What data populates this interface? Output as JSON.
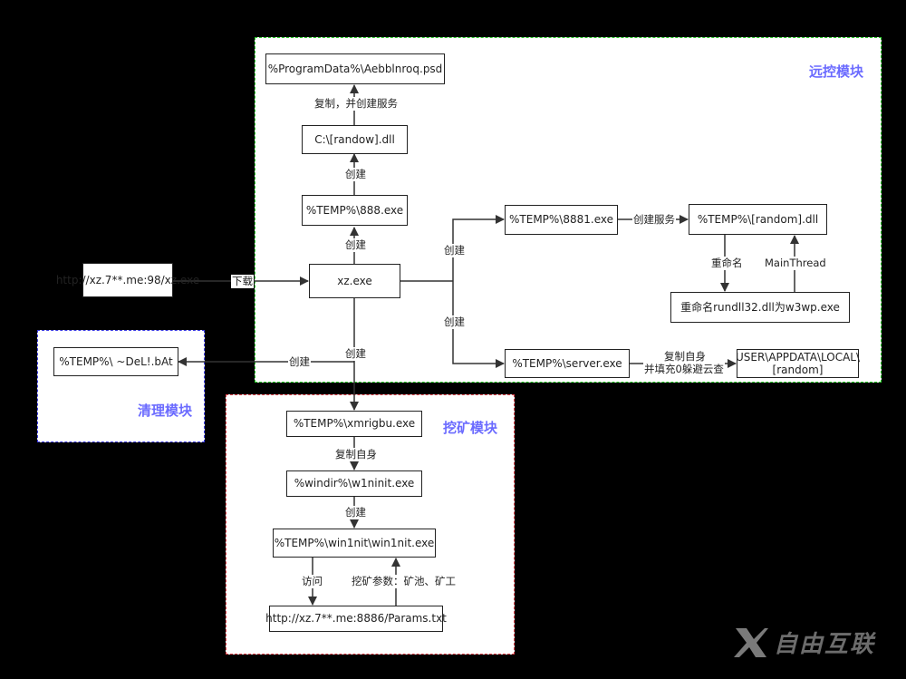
{
  "regions": {
    "remote": {
      "title": "远控模块",
      "border_color": "#2fd62f"
    },
    "cleanup": {
      "title": "清理模块",
      "border_color": "#3a3adf"
    },
    "mining": {
      "title": "挖矿模块",
      "border_color": "#e0434b"
    }
  },
  "nodes": {
    "source_url": "http://xz.7**.me:98/xz.exe",
    "xz": "xz.exe",
    "temp888": "%TEMP%\\888.exe",
    "c_dll": "C:\\[randow].dll",
    "progdata": "%ProgramData%\\Aebblnroq.psd",
    "temp8881": "%TEMP%\\8881.exe",
    "temp_random_dll": "%TEMP%\\[random].dll",
    "rename_node": "重命名rundll32.dll为w3wp.exe",
    "server": "%TEMP%\\server.exe",
    "user_appdata": "USER\\APPDATA\\LOCAL\\[random]",
    "del_bat": "%TEMP%\\ ~DeL!.bAt",
    "xmrigbu": "%TEMP%\\xmrigbu.exe",
    "w1ninit": "%windir%\\w1ninit.exe",
    "win1nit": "%TEMP%\\win1nit\\win1nit.exe",
    "params": "http://xz.7**.me:8886/Params.txt"
  },
  "edges": {
    "download": "下载",
    "copy_and_service": "复制，并创建服务",
    "create": "创建",
    "create_service": "创建服务",
    "rename": "重命名",
    "main_thread": "MainThread",
    "copy_self_fill_1": "复制自身",
    "copy_self_fill_2": "并填充0躲避云查",
    "copy_self": "复制自身",
    "visit": "访问",
    "mining_params": "挖矿参数：矿池、矿工"
  },
  "watermark": {
    "text": "自由互联"
  }
}
